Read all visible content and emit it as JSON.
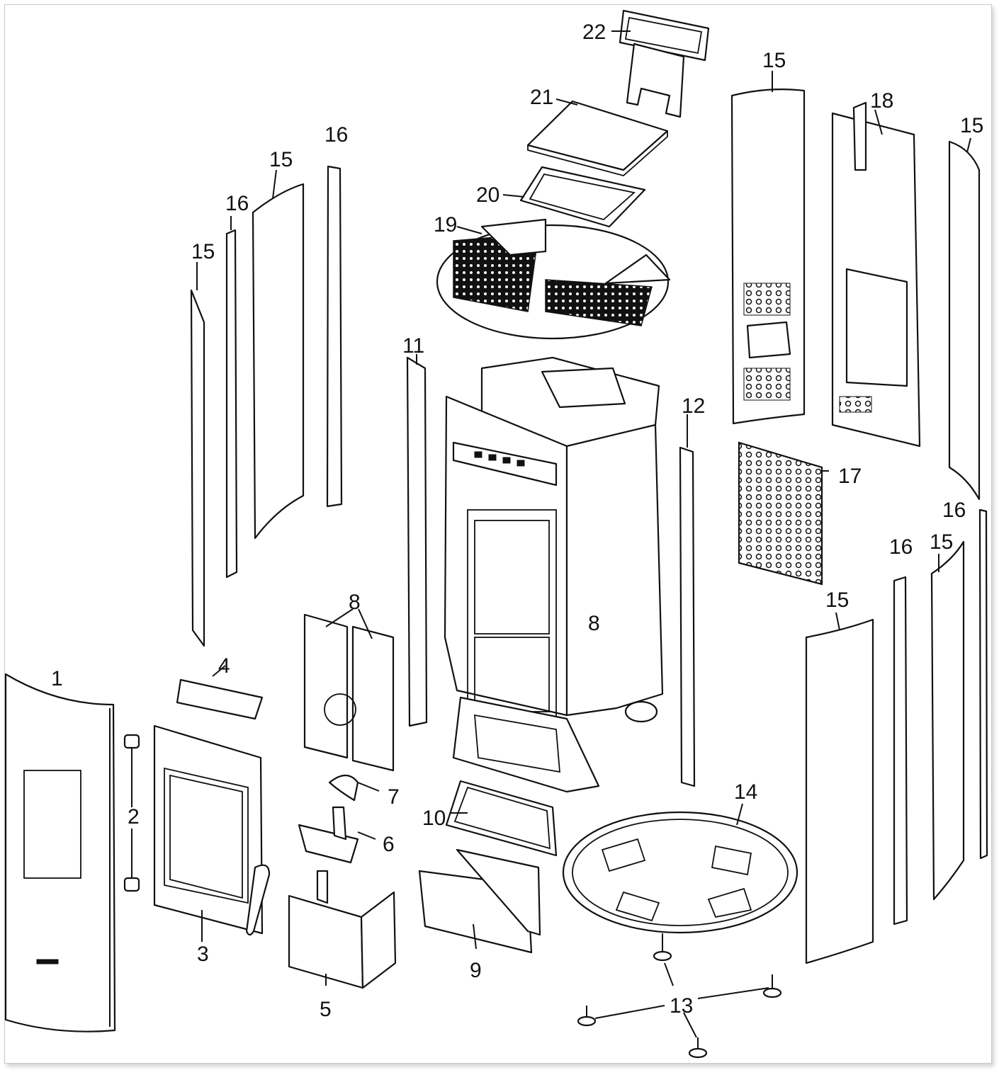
{
  "diagram": {
    "labels": {
      "p1": "1",
      "p2": "2",
      "p3": "3",
      "p4": "4",
      "p5": "5",
      "p6": "6",
      "p7": "7",
      "p8a": "8",
      "p8b": "8",
      "p9": "9",
      "p10": "10",
      "p11": "11",
      "p12": "12",
      "p13": "13",
      "p14": "14",
      "p15a": "15",
      "p15b": "15",
      "p15c": "15",
      "p15d": "15",
      "p15e": "15",
      "p15f": "15",
      "p16a": "16",
      "p16b": "16",
      "p16c": "16",
      "p16d": "16",
      "p17": "17",
      "p18": "18",
      "p19": "19",
      "p20": "20",
      "p21": "21",
      "p22": "22"
    }
  }
}
